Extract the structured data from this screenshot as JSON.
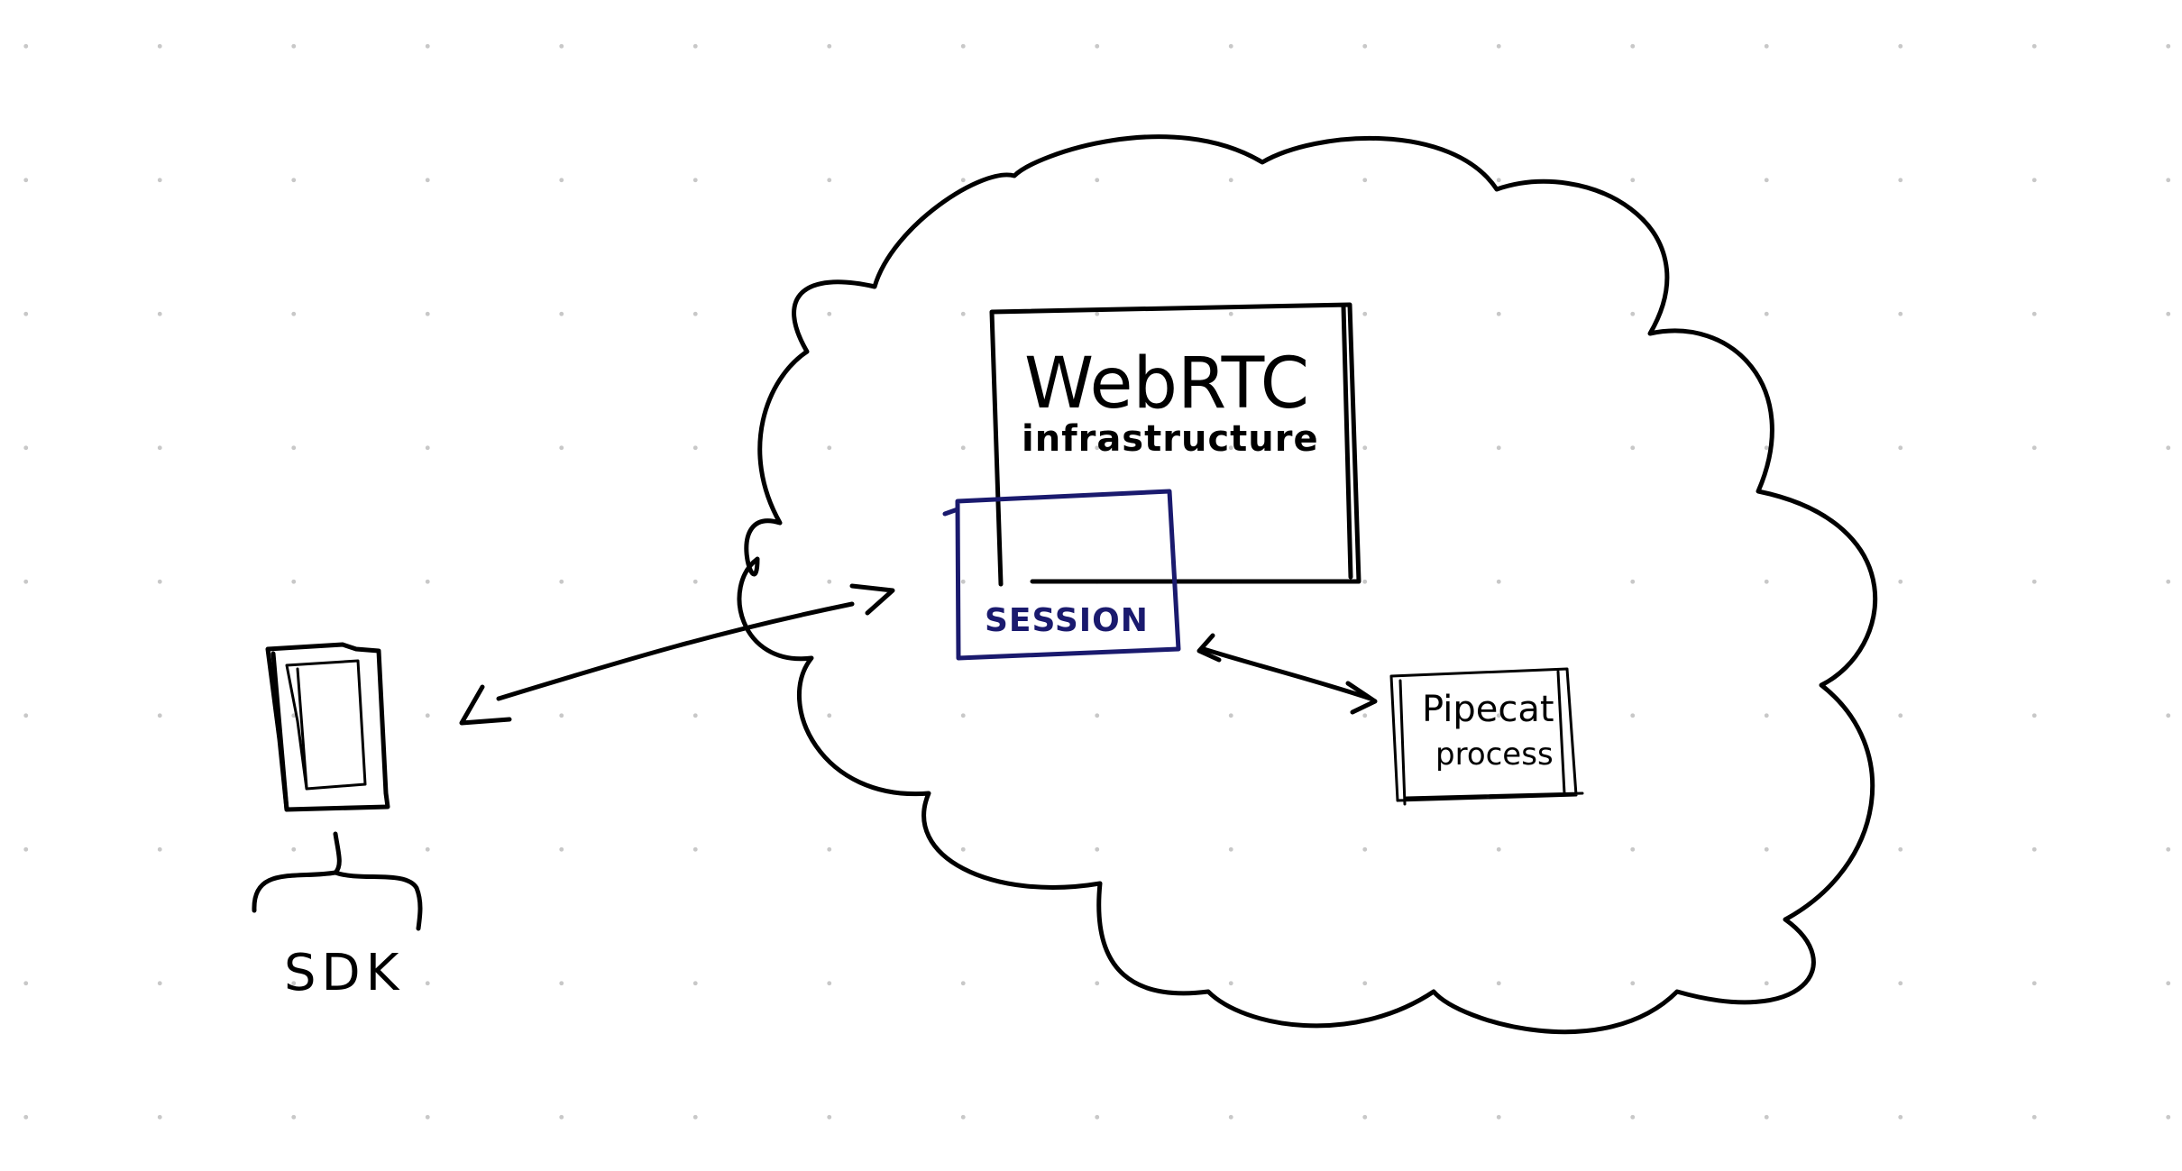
{
  "diagram": {
    "labels": {
      "webrtc_title": "WebRTC",
      "webrtc_subtitle": "infrastructure",
      "session": "SESSION",
      "pipecat_line1": "Pipecat",
      "pipecat_line2": "process",
      "sdk": "SDK"
    },
    "colors": {
      "ink": "#000000",
      "session_ink": "#1a1a6e",
      "background": "#ffffff",
      "grid_dots": "#c8c8c8"
    },
    "icons": {
      "device": "phone-icon",
      "cloud": "cloud-shape"
    }
  }
}
